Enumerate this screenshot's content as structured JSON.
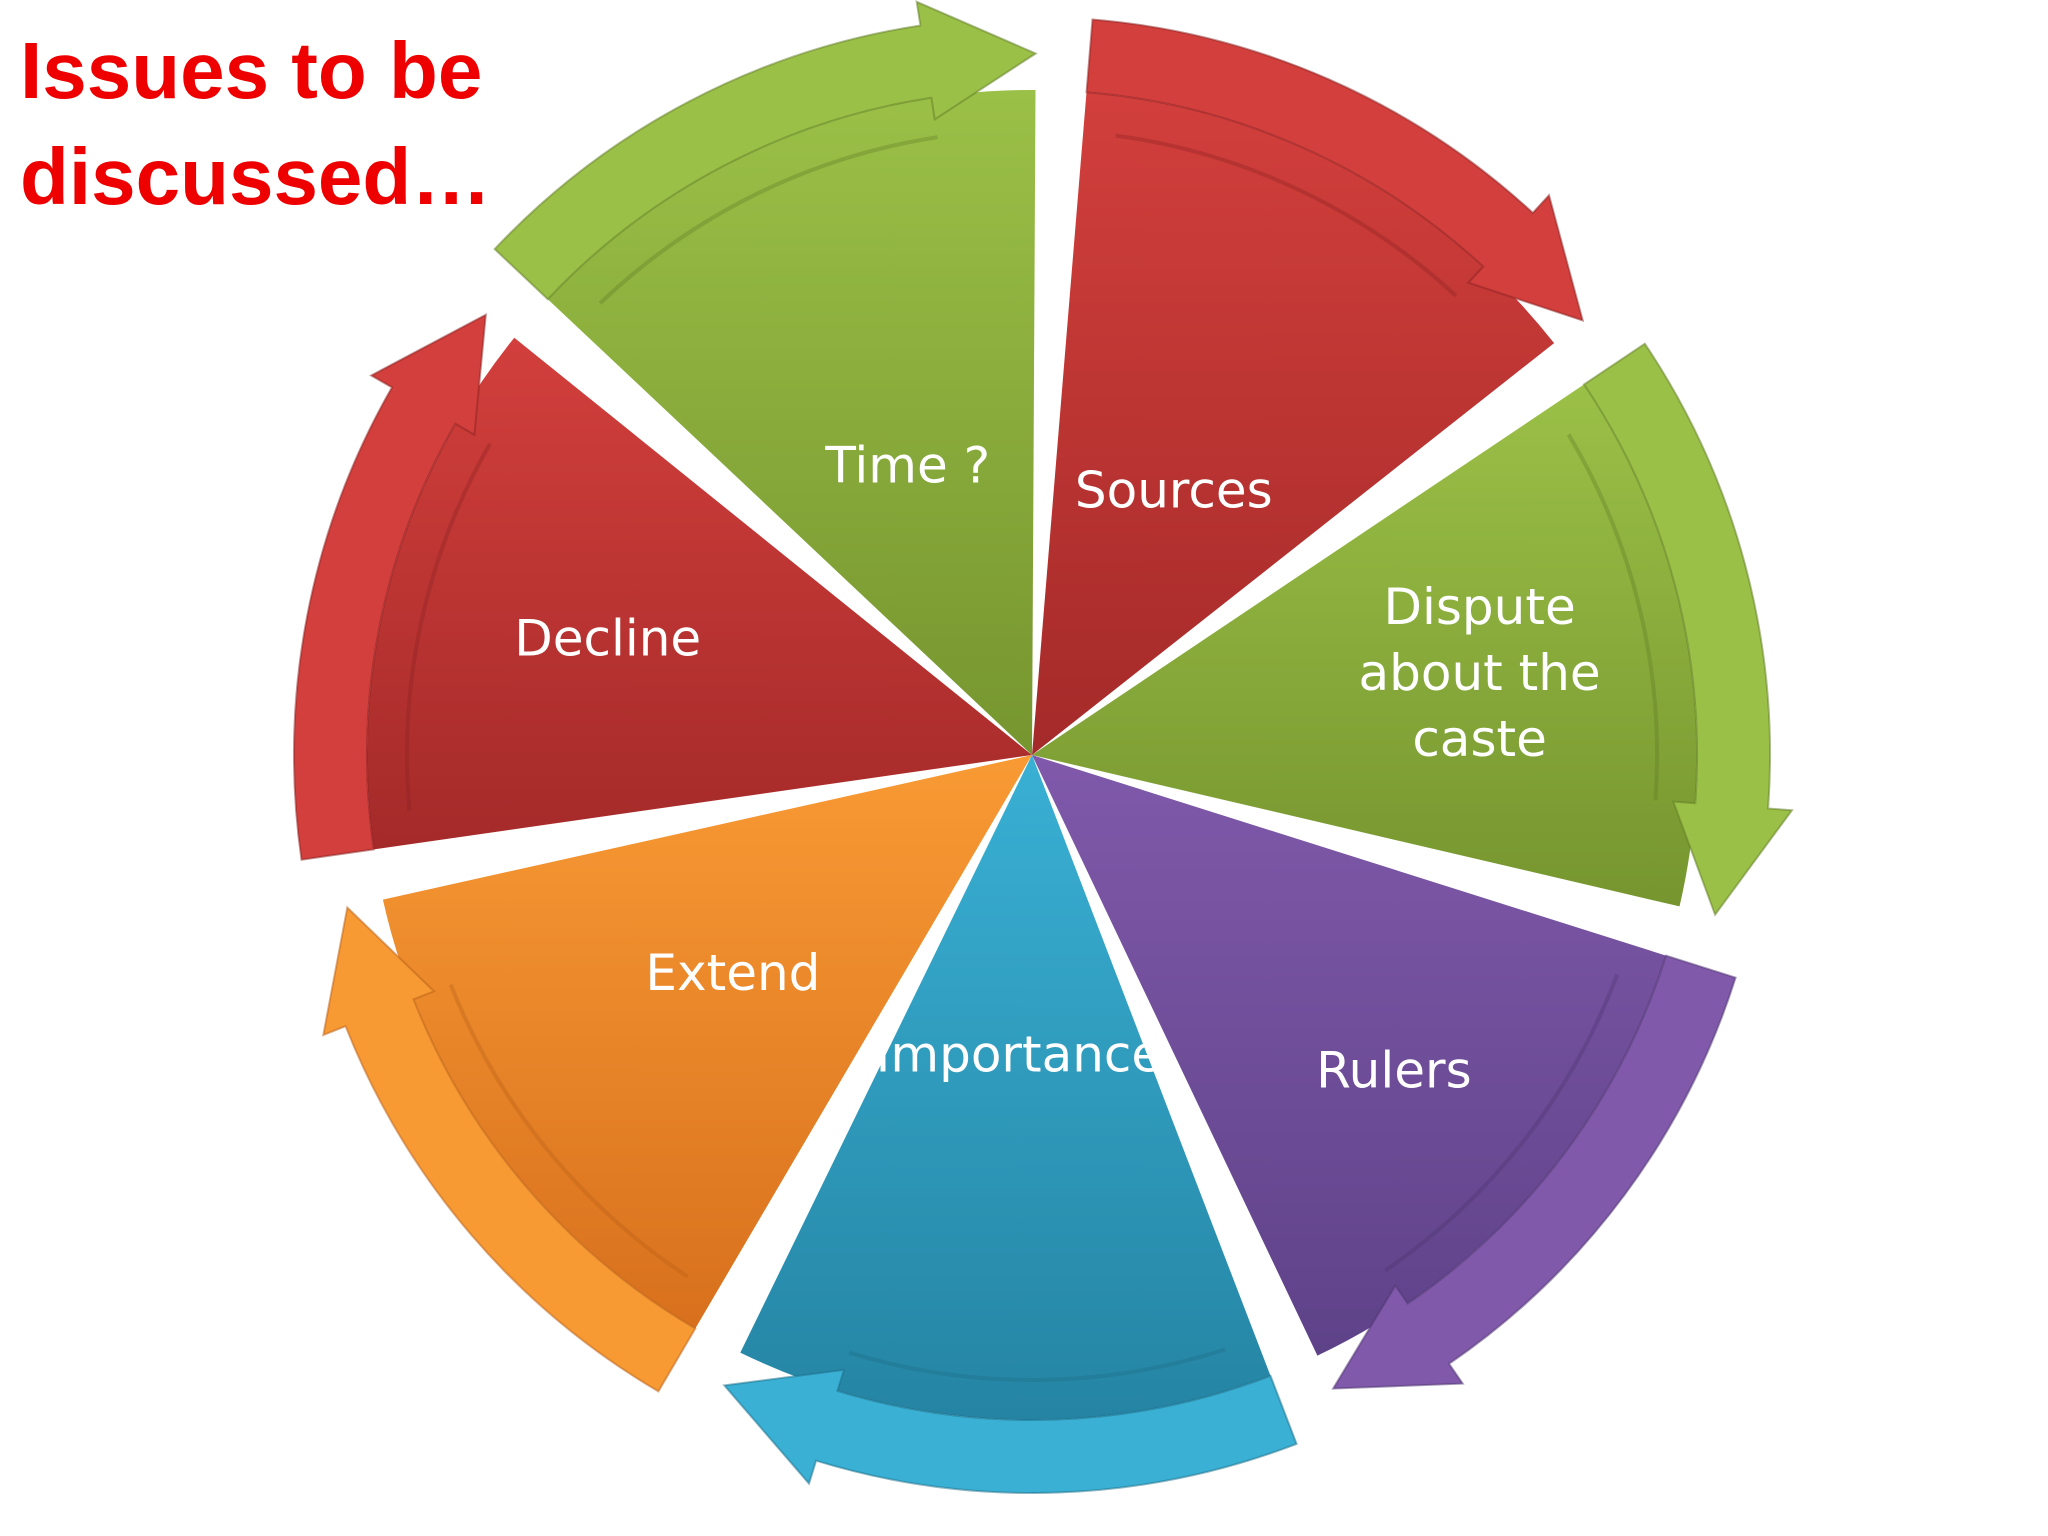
{
  "title": {
    "text": "Issues to be\ndiscussed…",
    "color": "#ee0000"
  },
  "diagram": {
    "type": "cycle",
    "segments": [
      {
        "name": "sources",
        "lines": [
          "Sources"
        ],
        "colors": {
          "light": "#d23f3c",
          "dark": "#a42a29",
          "edge": "#8a2221"
        }
      },
      {
        "name": "dispute-about-the-caste",
        "lines": [
          "Dispute",
          "about the",
          "caste"
        ],
        "colors": {
          "light": "#9bc047",
          "dark": "#76952f",
          "edge": "#5f7c25"
        }
      },
      {
        "name": "rulers",
        "lines": [
          "Rulers"
        ],
        "colors": {
          "light": "#8059aa",
          "dark": "#5e4288",
          "edge": "#4d3570"
        }
      },
      {
        "name": "importance",
        "lines": [
          "Importance"
        ],
        "colors": {
          "light": "#39b0d4",
          "dark": "#2584a3",
          "edge": "#1e6e88"
        }
      },
      {
        "name": "extend",
        "lines": [
          "Extend"
        ],
        "colors": {
          "light": "#f89a34",
          "dark": "#d8701d",
          "edge": "#b85f17"
        }
      },
      {
        "name": "decline",
        "lines": [
          "Decline"
        ],
        "colors": {
          "light": "#d23f3c",
          "dark": "#a42a29",
          "edge": "#8a2221"
        }
      },
      {
        "name": "time",
        "lines": [
          "Time ?"
        ],
        "colors": {
          "light": "#9bc047",
          "dark": "#76952f",
          "edge": "#5f7c25"
        }
      }
    ]
  }
}
